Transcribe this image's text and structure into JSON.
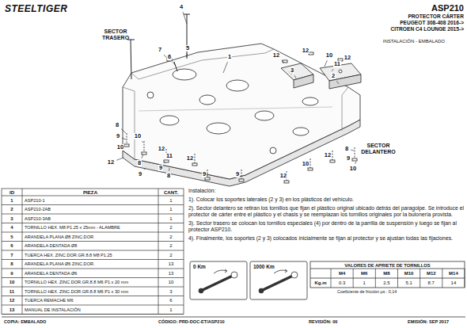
{
  "diagram": {
    "title": "ASP210",
    "labels": [
      "STEELTIGER",
      "PROTECTOR CÁRTER",
      "PEUGEOT 308-408 2016->",
      "CITROEN C4 LOUNGE 2015->",
      "INSTALACIÓN - EMBALADO",
      "SECTOR TRASERO",
      "SECTOR DELANTERO",
      "4",
      "7",
      "6",
      "5",
      "1",
      "12",
      "3",
      "12",
      "10",
      "11",
      "2",
      "12",
      "8",
      "9",
      "10",
      "12",
      "10",
      "8",
      "9",
      "12",
      "11",
      "9",
      "8",
      "12",
      "9",
      "9",
      "12",
      "10",
      "12",
      "8",
      "9",
      "10",
      "ID",
      "PIEZA",
      "CANT.",
      "1",
      "ASP210-1",
      "1",
      "2",
      "ASP210-2AB",
      "1",
      "3",
      "ASP210-3AB",
      "1",
      "4",
      "TORNILLO HEX. M8 P1.25 x 25mm - ALAMBRE",
      "2",
      "5",
      "ARANDELA PLANA Ø8 ZINC.DOR.",
      "2",
      "6",
      "ARANDELA DENTADA Ø8",
      "2",
      "7",
      "TUERCA HEX. ZINC.DOR.GR.8.8 M8 P1.25",
      "2",
      "8",
      "ARANDELA PLANA Ø6 ZINC.DOR.",
      "13",
      "9",
      "ARANDELA DENTADA Ø6",
      "13",
      "10",
      "TORNILLO HEX. ZINC.DOR.GR.8.8 M6 P1 x 20 mm",
      "10",
      "11",
      "TORNILLO HEX. ZINC.DOR.GR.8.8 M6 P1 x 30 mm",
      "3",
      "12",
      "TUERCA REMACHE M6",
      "6",
      "13",
      "MANUAL DE INSTALACIÓN",
      "1",
      "Instalación:",
      "1). Colocar los soportes laterales (2 y 3) en los plásticos del vehículo.",
      "2). Sector delantero se retiran los tornillos que fijan el plástico original ubicado detrás del paragolpe. Se introduce el protector de cárter entre el plástico y el chasis y se reemplazan los tornillos originales por la bulonería provista.",
      "3). Sector trasero se colocan los tornillos especiales (4) por dentro de la parrilla de suspensión y luego se fijan al protector ASP210.",
      "4). Finalmente, los soportes (2 y 3) colocados inicialmente se fijan al protector y se ajustan todas las fijaciones.",
      "0 Km",
      "1000 Km",
      "VALORES DE APRIETE DE TORNILLOS",
      "M4",
      "M6",
      "M8",
      "M10",
      "M12",
      "M14",
      "Kg.m",
      "0.3",
      "1",
      "2.5",
      "5.1",
      "8.7",
      "14",
      "Coeficiente de fricción µs : 0,14",
      "COPIA: EMBALADO",
      "CÓDIGO: PRD-DOC-ET/ASP210",
      "REVISIÓN: 00",
      "EMISIÓN: SEP 2017"
    ]
  }
}
